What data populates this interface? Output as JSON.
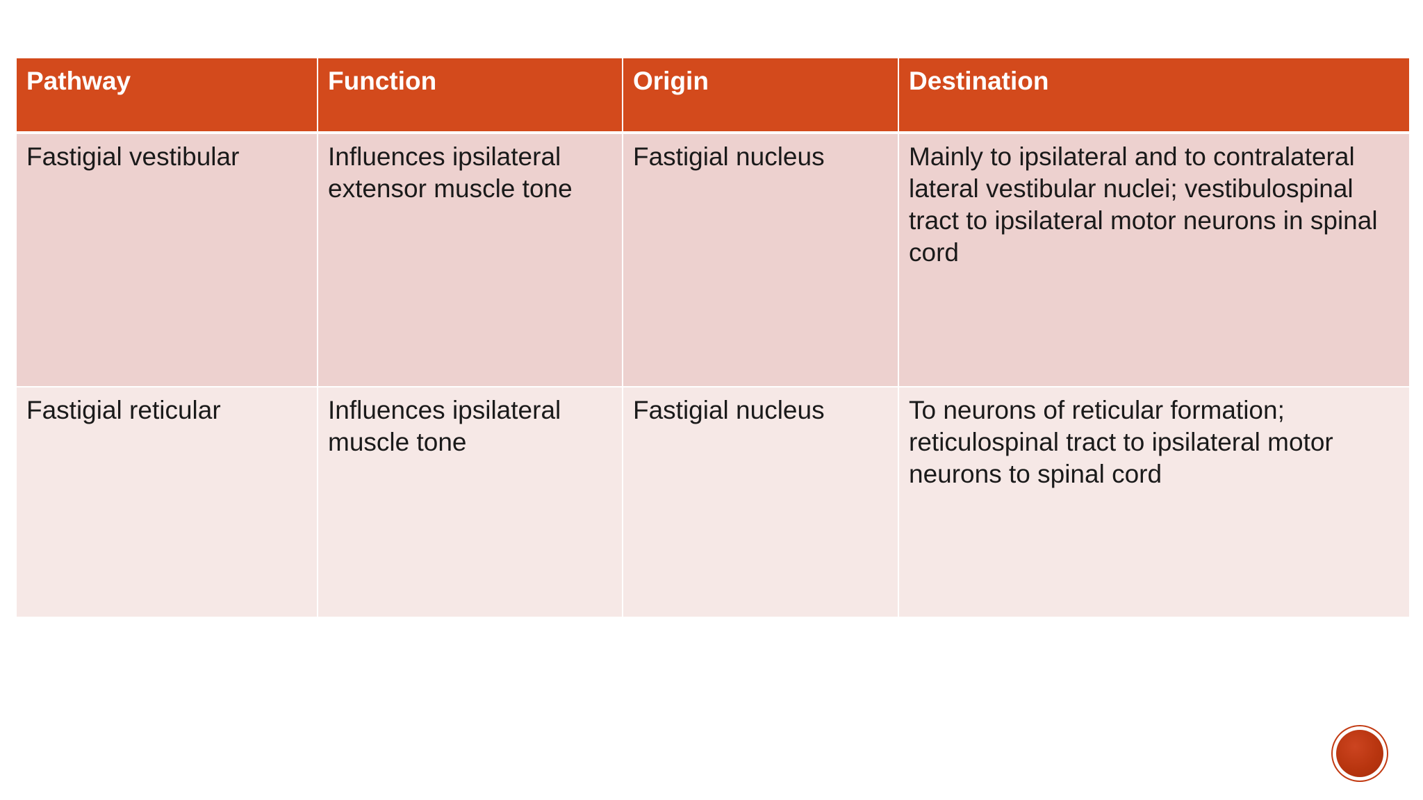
{
  "table": {
    "headers": [
      "Pathway",
      "Function",
      "Origin",
      "Destination"
    ],
    "rows": [
      {
        "pathway": "Fastigial vestibular",
        "function": "Influences ipsilateral extensor muscle tone",
        "origin": "Fastigial nucleus",
        "destination": "Mainly to ipsilateral and to contralateral lateral vestibular nuclei; vestibulospinal tract to ipsilateral motor neurons in spinal cord"
      },
      {
        "pathway": "Fastigial reticular",
        "function": "Influences ipsilateral muscle tone",
        "origin": "Fastigial nucleus",
        "destination": "To neurons of reticular formation; reticulospinal tract to ipsilateral motor neurons to spinal cord"
      }
    ]
  },
  "colors": {
    "header_bg": "#d34a1c",
    "row1_bg": "#edd1cf",
    "row2_bg": "#f6e8e6",
    "badge": "#b8350f"
  },
  "icons": {
    "corner_badge": "slide-decoration-circle-icon"
  }
}
